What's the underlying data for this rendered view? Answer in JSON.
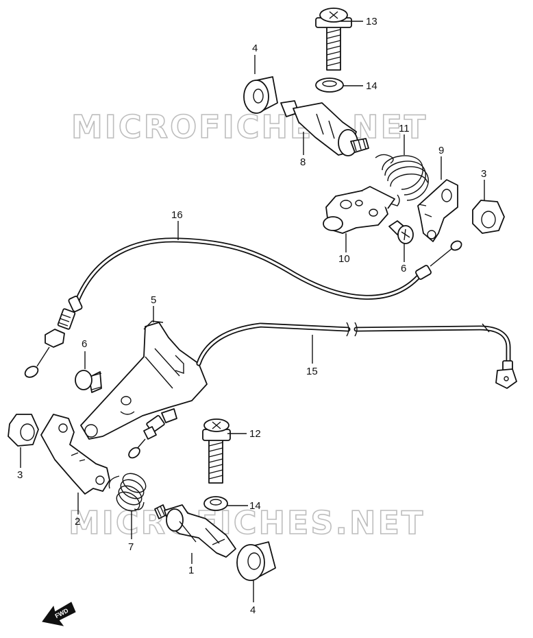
{
  "watermark_text": "MICROFICHES.NET",
  "fwd_label": "FWD",
  "callouts": [
    {
      "id": "c13a",
      "text": "13"
    },
    {
      "id": "c4a",
      "text": "4"
    },
    {
      "id": "c14a",
      "text": "14"
    },
    {
      "id": "c11",
      "text": "11"
    },
    {
      "id": "c9",
      "text": "9"
    },
    {
      "id": "c8",
      "text": "8"
    },
    {
      "id": "c3a",
      "text": "3"
    },
    {
      "id": "c16",
      "text": "16"
    },
    {
      "id": "c10",
      "text": "10"
    },
    {
      "id": "c6a",
      "text": "6"
    },
    {
      "id": "c5",
      "text": "5"
    },
    {
      "id": "c6b",
      "text": "6"
    },
    {
      "id": "c15",
      "text": "15"
    },
    {
      "id": "c12",
      "text": "12"
    },
    {
      "id": "c3b",
      "text": "3"
    },
    {
      "id": "c14b",
      "text": "14"
    },
    {
      "id": "c2",
      "text": "2"
    },
    {
      "id": "c7",
      "text": "7"
    },
    {
      "id": "c1",
      "text": "1"
    },
    {
      "id": "c4b",
      "text": "4"
    }
  ]
}
